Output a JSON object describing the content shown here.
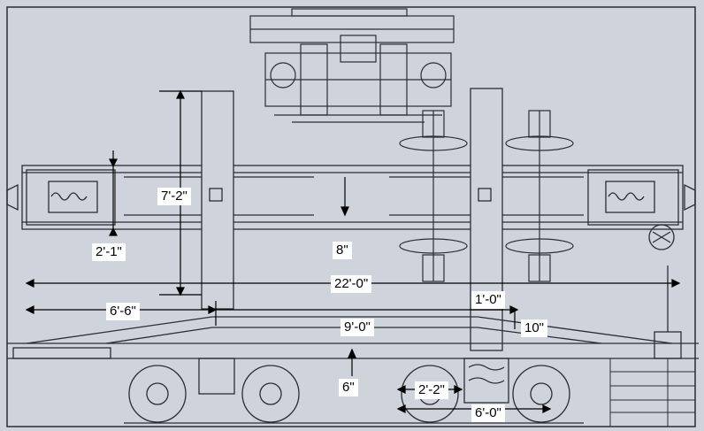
{
  "dimensions": {
    "height_7_2": "7'-2\"",
    "width_2_1": "2'-1\"",
    "gap_8": "8\"",
    "length_22_0": "22'-0\"",
    "offset_6_6": "6'-6\"",
    "center_1_0": "1'-0\"",
    "span_9_0": "9'-0\"",
    "drop_10": "10\"",
    "drop_6": "6\"",
    "wheel_2_2": "2'-2\"",
    "wheelbase_6_0": "6'-0\""
  },
  "colors": {
    "paper": "#cfd3db",
    "ink": "#2a2d33",
    "label_bg": "#ffffff"
  }
}
